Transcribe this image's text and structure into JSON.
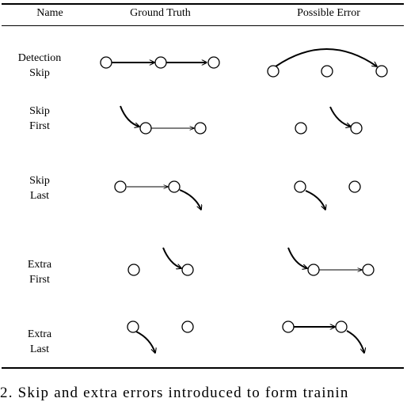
{
  "headers": {
    "name": "Name",
    "ground_truth": "Ground Truth",
    "possible_error": "Possible Error"
  },
  "rows": [
    {
      "label_line1": "Detection",
      "label_line2": "Skip"
    },
    {
      "label_line1": "Skip",
      "label_line2": "First"
    },
    {
      "label_line1": "Skip",
      "label_line2": "Last"
    },
    {
      "label_line1": "Extra",
      "label_line2": "First"
    },
    {
      "label_line1": "Extra",
      "label_line2": "Last"
    }
  ],
  "caption": "2. Skip and extra errors introduced to form trainin"
}
